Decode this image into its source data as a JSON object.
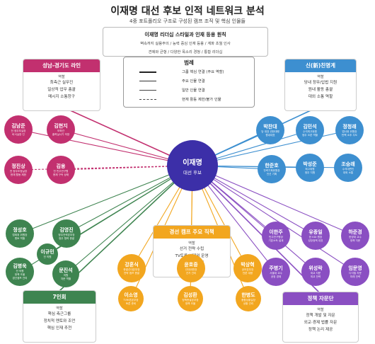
{
  "title": "이재명 대선 후보 인적 네트워크 분석",
  "subtitle": "4중 포트폴리오 구조로 구성된 캠프 조직 및 핵심 인물들",
  "principle": {
    "heading": "이재명 리더십 스타일과 인재 등용 원칙",
    "line1": "벽속까지 실용주의 / 능력 중심 인재 등용 / 계파 초월 인사",
    "line2": "견제와 균형 / 다양한 목소리 경청 / 통합 리더십"
  },
  "legend": {
    "heading": "범례",
    "items": [
      "그룹 핵심 연결 (주요 역할)",
      "주요 인물 연결",
      "일반 인물 연결",
      "현재 활동 제한/불가 인물"
    ]
  },
  "center": {
    "name": "이재명",
    "desc": "대선 후보"
  },
  "groups": {
    "seongnam": {
      "title": "성남-경기도 라인",
      "role": "역할",
      "items": [
        "최측근 실무진",
        "일상적 업무 총괄",
        "메시지 소통창구"
      ],
      "color": "#c2306f"
    },
    "sinmyeong": {
      "title": "신(新)친명계",
      "role": "역할",
      "items": [
        "당내 정무/입법 지원",
        "원내 활동 총괄",
        "대외 소통 역할"
      ],
      "color": "#3d8fd0"
    },
    "camp": {
      "title": "경선 캠프 주요 직책",
      "role": "역할",
      "items": [
        "선거 전략 수립",
        "TV토론/선대위 운영",
        "캠프 총괄 관리"
      ],
      "color": "#f2a61f"
    },
    "seven": {
      "title": "7인회",
      "role": "역할",
      "items": [
        "핵심 측근그룹",
        "정치적 멘토와 조언",
        "핵심 인재 추천"
      ],
      "color": "#3e8450"
    },
    "policy": {
      "title": "정책 자문단",
      "role": "역할",
      "items": [
        "정책 개발 및 자문",
        "외교·경제 법률 자문",
        "정책 논리 제공"
      ],
      "color": "#8a4fc2"
    }
  },
  "nodes": [
    {
      "id": "kim-namjun",
      "name": "김남준",
      "desc": "전 정무부실장\n비서실장 인",
      "group": "seongnam"
    },
    {
      "id": "kim-hyeonji",
      "name": "김현지",
      "desc": "보좌관\n출력실시기 의장",
      "group": "seongnam"
    },
    {
      "id": "jeong-jinsang",
      "name": "정진상",
      "desc": "전 정무조정실장\n현재 활동 제한",
      "group": "seongnam"
    },
    {
      "id": "kim-yong",
      "name": "김용",
      "desc": "전 민주연구원\n현재 구속 상태",
      "group": "seongnam"
    },
    {
      "id": "park-chandae",
      "name": "박찬대",
      "desc": "당 대표 권한대행\n원내대표",
      "group": "sinmyeong"
    },
    {
      "id": "kim-minseok",
      "name": "김민석",
      "desc": "수석최고위원\n정무 오른 역할",
      "group": "sinmyeong"
    },
    {
      "id": "jeong-cheongrae",
      "name": "정청래",
      "desc": "법사위 위원장\n탄핵 소추 주도",
      "group": "sinmyeong"
    },
    {
      "id": "han-junho",
      "name": "한준호",
      "desc": "전략기획위원장\n인선 기획",
      "group": "sinmyeong"
    },
    {
      "id": "park-seongjun",
      "name": "박성준",
      "desc": "최고위원\n정무 지원",
      "group": "sinmyeong"
    },
    {
      "id": "jo-seungrae",
      "name": "조승래",
      "desc": "수석대변인\n대외 소통",
      "group": "sinmyeong"
    },
    {
      "id": "jeong-seongho",
      "name": "정성호",
      "desc": "법제위 위원장\n멘토 역할",
      "group": "seven"
    },
    {
      "id": "kim-yeongjin",
      "name": "김영진",
      "desc": "정무전략본부장\n정무 협력 총괄",
      "group": "seven"
    },
    {
      "id": "lee-gyumin",
      "name": "이규민",
      "desc": "전 의원",
      "group": "seven"
    },
    {
      "id": "kim-byeongwook",
      "name": "김병욱",
      "desc": "전 의원\n정책 조율\n경선캠프 관여",
      "group": "seven"
    },
    {
      "id": "mun-jinseok",
      "name": "문진석",
      "desc": "의원\n자문 역할",
      "group": "seven"
    },
    {
      "id": "kang-hunsik",
      "name": "강훈식",
      "desc": "총괄선대본부장\n전략 캠프 총괄",
      "group": "camp"
    },
    {
      "id": "yun-homjung",
      "name": "윤호중",
      "desc": "선대위원장\n선거 관리",
      "group": "camp"
    },
    {
      "id": "park-sanghyeok",
      "name": "박상혁",
      "desc": "공보본부장\n언론 대응",
      "group": "camp"
    },
    {
      "id": "lee-somyeong",
      "name": "이소영",
      "desc": "TV토론본부장\n토론 준비",
      "group": "camp"
    },
    {
      "id": "kim-seonghwan",
      "name": "김성환",
      "desc": "정책총괄본부장\n정책 조율",
      "group": "camp"
    },
    {
      "id": "han-byeongdo",
      "name": "한병도",
      "desc": "종합상황실장\n상황 관리",
      "group": "camp"
    },
    {
      "id": "lee-hanju",
      "name": "이한주",
      "desc": "민주연구원장\n기본소득 설계",
      "group": "policy"
    },
    {
      "id": "yu-jonghwa",
      "name": "유종일",
      "desc": "한 KDI 원장\n성장정책 대표",
      "group": "policy"
    },
    {
      "id": "ha-junkyeong",
      "name": "하준경",
      "desc": "한양대 교수\n정책 자문",
      "group": "policy"
    },
    {
      "id": "ju-byeonggi",
      "name": "주병기",
      "desc": "서울대 교수\n공정 경제",
      "group": "policy"
    },
    {
      "id": "wi-seongrak",
      "name": "위성락",
      "desc": "외교 자문\n외교 전략",
      "group": "policy"
    },
    {
      "id": "im-munyeong",
      "name": "임문영",
      "desc": "디지털 자문\n미래 전략",
      "group": "policy"
    }
  ]
}
